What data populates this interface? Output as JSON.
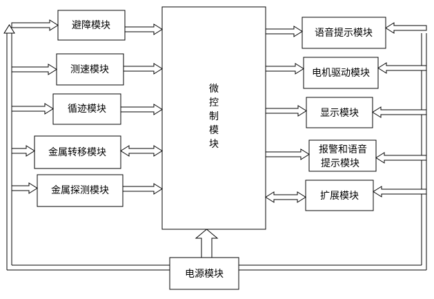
{
  "diagram": {
    "mcu": [
      "微",
      "控",
      "制",
      "模",
      "块"
    ],
    "left_modules": {
      "obstacle": "避障模块",
      "speed": "测速模块",
      "tracking": "循迹模块",
      "metal_transfer": "金属转移模块",
      "metal_detect": "金属探测模块"
    },
    "right_modules": {
      "voice_prompt": "语音提示模块",
      "motor_drive": "电机驱动模块",
      "display": "显示模块",
      "alarm_voice": [
        "报警和语音",
        "提示模块"
      ],
      "expansion": "扩展模块"
    },
    "power": "电源模块"
  }
}
